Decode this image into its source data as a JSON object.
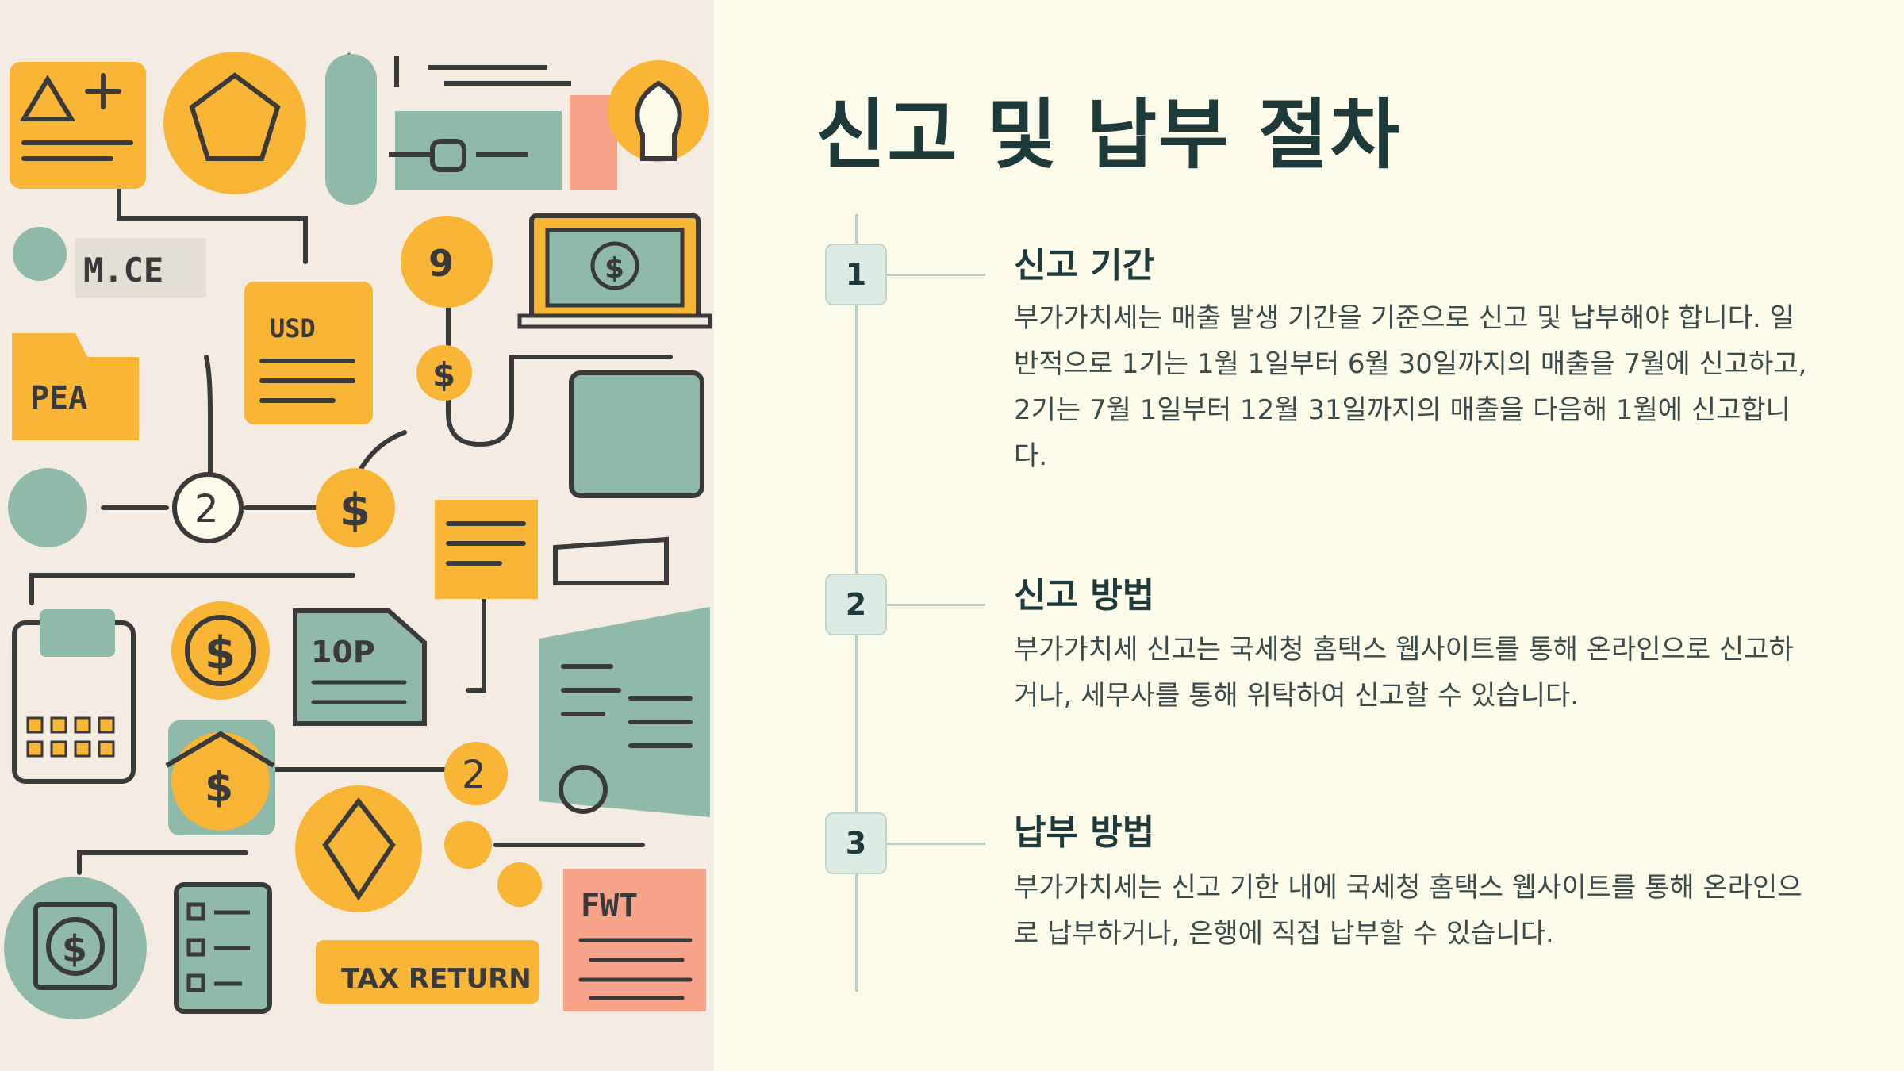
{
  "page": {
    "title": "신고 및 납부 절차"
  },
  "illustration": {
    "labels": {
      "mce": "M.CE",
      "pea": "PEA",
      "usd": "USD",
      "top": "10P",
      "tax_return": "TAX RETURN",
      "fwt": "FWT",
      "num_2": "2",
      "num_9": "9",
      "dollar": "$"
    }
  },
  "steps": [
    {
      "number": "1",
      "title": "신고 기간",
      "description": "부가가치세는 매출 발생 기간을 기준으로 신고 및 납부해야 합니다. 일반적으로 1기는 1월 1일부터 6월 30일까지의 매출을 7월에 신고하고, 2기는 7월 1일부터 12월 31일까지의 매출을 다음해 1월에 신고합니다."
    },
    {
      "number": "2",
      "title": "신고 방법",
      "description": "부가가치세 신고는 국세청 홈택스 웹사이트를 통해 온라인으로 신고하거나, 세무사를 통해 위탁하여 신고할 수 있습니다."
    },
    {
      "number": "3",
      "title": "납부 방법",
      "description": "부가가치세는 신고 기한 내에 국세청 홈택스 웹사이트를 통해 온라인으로 납부하거나, 은행에 직접 납부할 수 있습니다."
    }
  ],
  "colors": {
    "background": "#fdfbea",
    "illustration_bg": "#f4ebe2",
    "accent_yellow": "#f9b535",
    "accent_green": "#8fb9a8",
    "accent_salmon": "#f6a38a",
    "ink": "#3a3a3a",
    "title": "#1f3a3a"
  }
}
